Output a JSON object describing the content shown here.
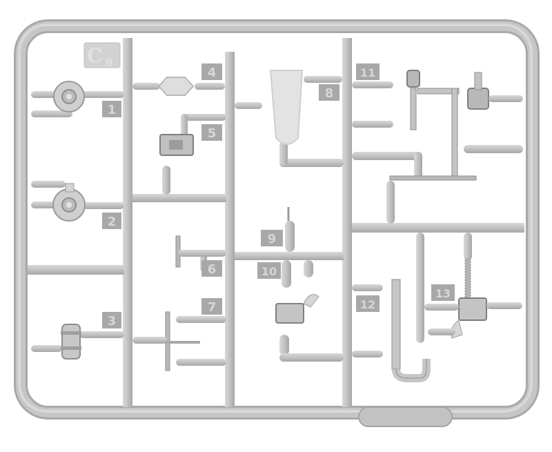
{
  "sprue": {
    "id_letter": "C",
    "id_number": "9",
    "part_numbers": [
      "1",
      "2",
      "3",
      "4",
      "5",
      "6",
      "7",
      "8",
      "9",
      "10",
      "11",
      "12",
      "13"
    ]
  },
  "colors": {
    "plastic": "#bdbdbd",
    "plastic_light": "#cfcfcf",
    "plastic_dark": "#a4a4a4",
    "clear_part": "#e2e2e2",
    "background": "#ffffff"
  }
}
